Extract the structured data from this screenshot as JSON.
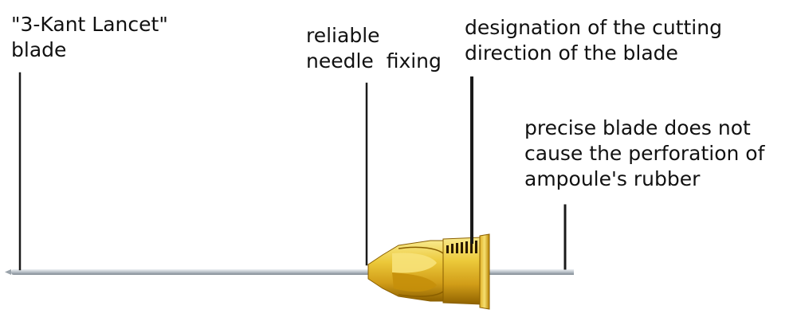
{
  "labels": {
    "blade": [
      "\"3-Kant Lancet\"",
      "blade"
    ],
    "fixing": [
      "reliable",
      "needle  fixing"
    ],
    "direction": [
      "designation of the cutting",
      "direction of the blade"
    ],
    "precise": [
      "precise blade does not",
      "cause the perforation of",
      "ampoule's rubber"
    ]
  },
  "colors": {
    "text": "#111111",
    "leader": "#1a1a1a",
    "needle": "#b8c0c8",
    "hub_light": "#f3dd6a",
    "hub_mid": "#dcaa20",
    "hub_dark": "#a67400"
  }
}
